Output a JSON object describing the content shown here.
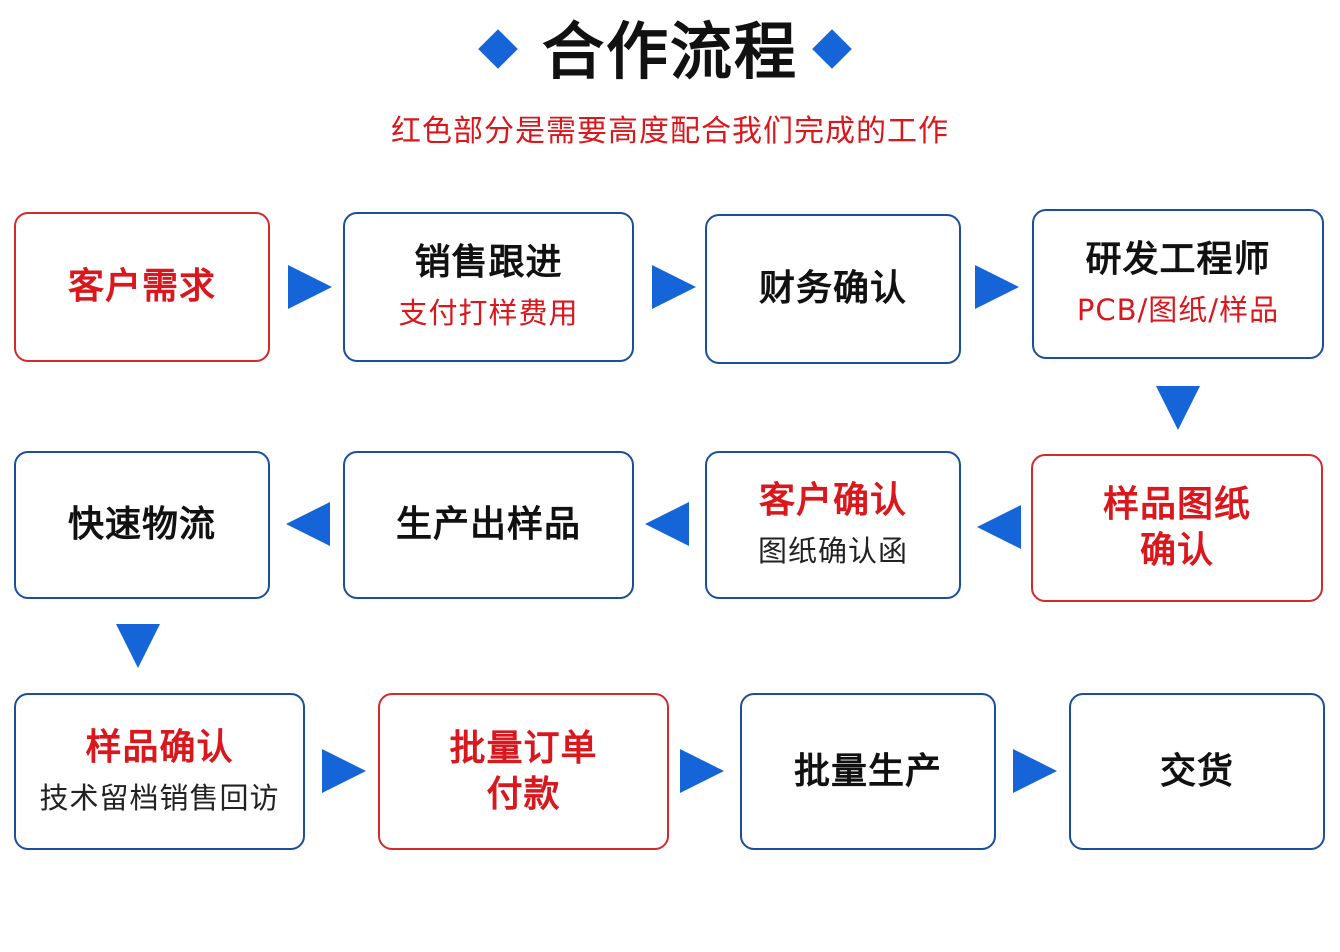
{
  "header": {
    "title": "合作流程",
    "subtitle": "红色部分是需要高度配合我们完成的工作"
  },
  "colors": {
    "accent": "#1565d8",
    "border_blue": "#1a4f9c",
    "highlight_red": "#d9171c"
  },
  "steps": [
    {
      "title": "客户需求",
      "subtitle": ""
    },
    {
      "title": "销售跟进",
      "subtitle": "支付打样费用"
    },
    {
      "title": "财务确认",
      "subtitle": ""
    },
    {
      "title": "研发工程师",
      "subtitle": "PCB/图纸/样品"
    },
    {
      "title": "样品图纸",
      "title2": "确认",
      "subtitle": ""
    },
    {
      "title": "客户确认",
      "subtitle": "图纸确认函"
    },
    {
      "title": "生产出样品",
      "subtitle": ""
    },
    {
      "title": "快速物流",
      "subtitle": ""
    },
    {
      "title": "样品确认",
      "subtitle": "技术留档销售回访"
    },
    {
      "title": "批量订单",
      "title2": "付款",
      "subtitle": ""
    },
    {
      "title": "批量生产",
      "subtitle": ""
    },
    {
      "title": "交货",
      "subtitle": ""
    }
  ]
}
